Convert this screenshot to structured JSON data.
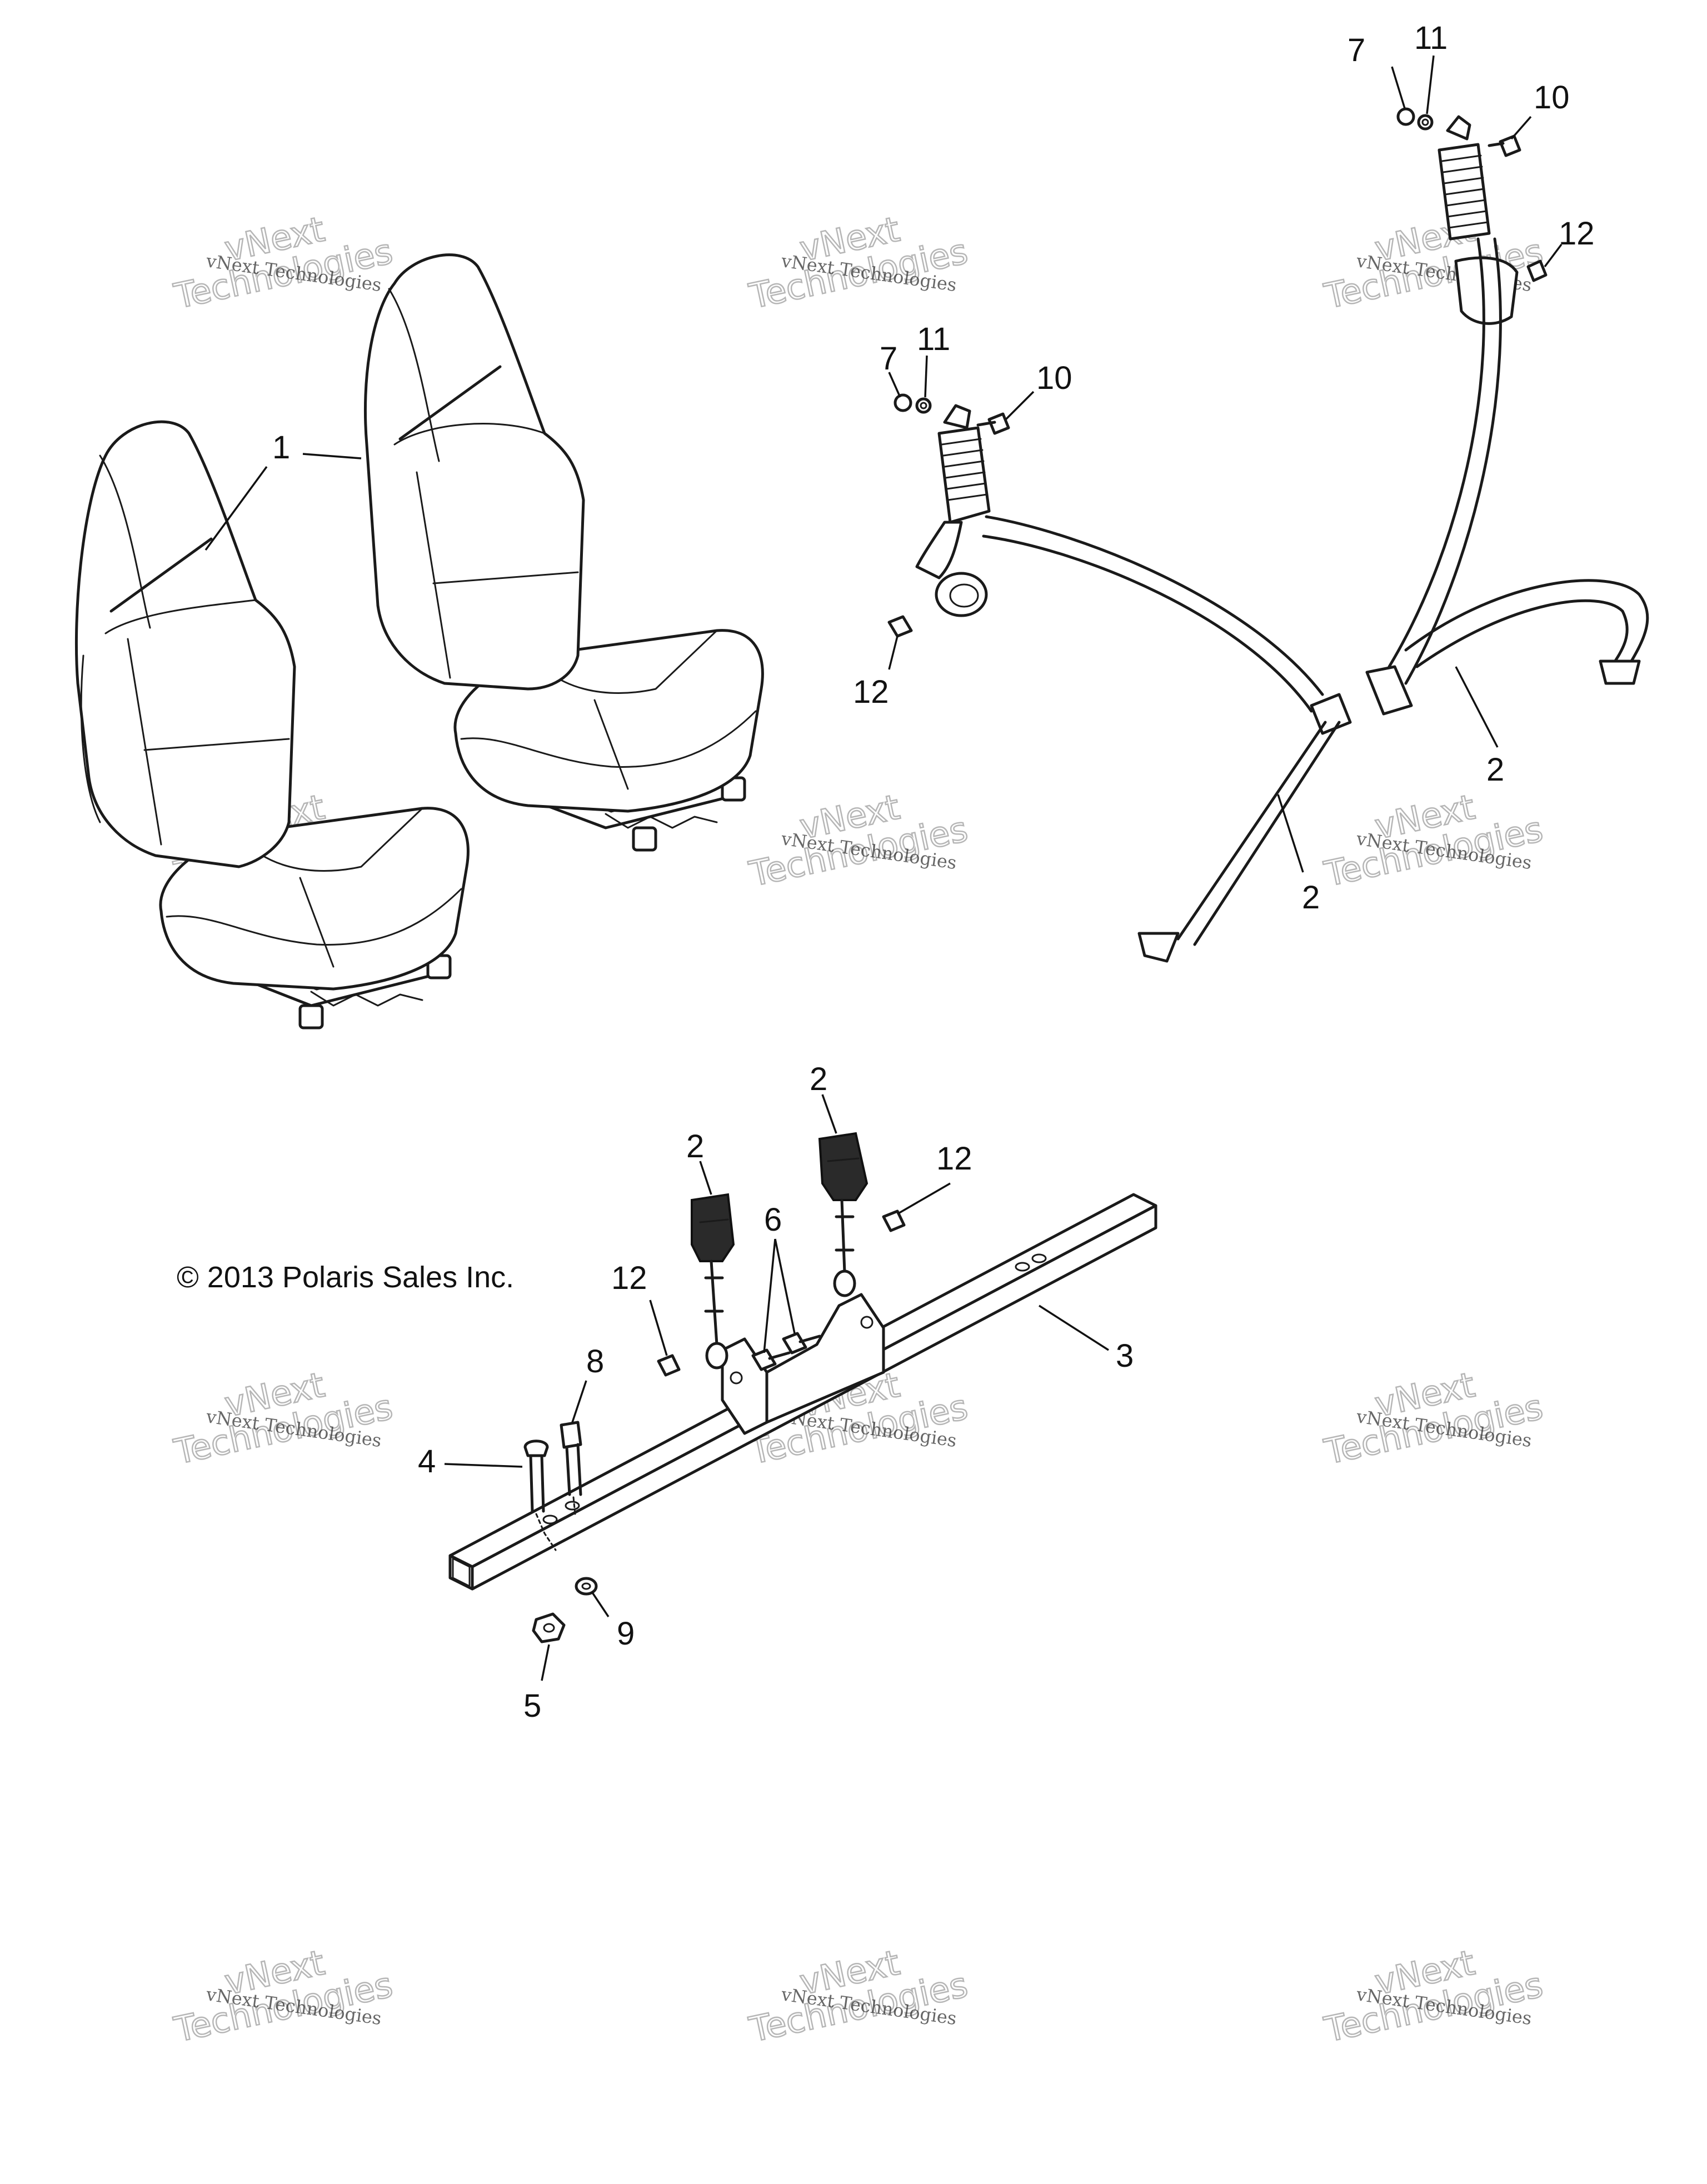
{
  "copyright": "© 2013 Polaris Sales Inc.",
  "watermark": {
    "line1": "vNext Technologies",
    "line2": "Technologies",
    "line3": "vNext"
  },
  "callouts": {
    "c1": "1",
    "c2_belt_left": "2",
    "c2_belt_right": "2",
    "c2_buckle_left": "2",
    "c2_buckle_right": "2",
    "c3": "3",
    "c4": "4",
    "c5": "5",
    "c6": "6",
    "c7_left": "7",
    "c7_right": "7",
    "c8": "8",
    "c9": "9",
    "c10_left": "10",
    "c10_right": "10",
    "c11_left": "11",
    "c11_right": "11",
    "c12_belt_left": "12",
    "c12_belt_right": "12",
    "c12_bar_left": "12",
    "c12_bar_right": "12"
  },
  "colors": {
    "line": "#1a1a1a",
    "background": "#ffffff",
    "watermark_outline": "#aaaaaa"
  }
}
